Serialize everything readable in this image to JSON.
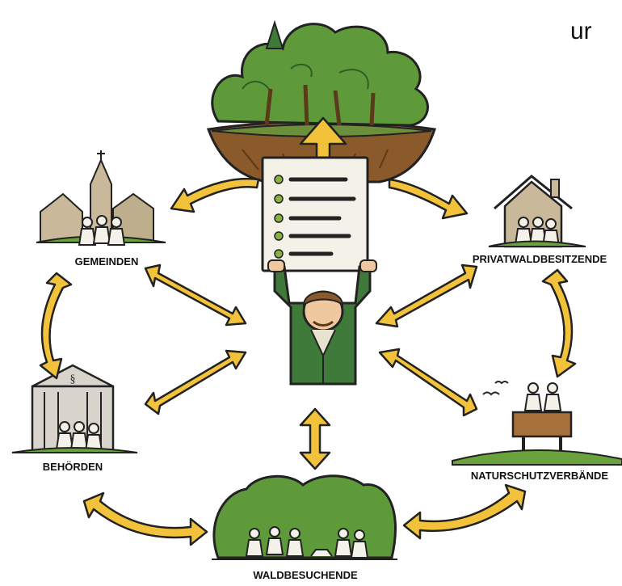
{
  "corner_text": "ur",
  "stakeholders": {
    "gemeinden": "GEMEINDEN",
    "privatwaldbesitzende": "PRIVATWALDBESITZENDE",
    "behoerden": "BEHÖRDEN",
    "naturschutzverbaende": "NATURSCHUTZVERBÄNDE",
    "waldbesuchende": "WALDBESUCHENDE"
  },
  "colors": {
    "arrow_fill": "#f2c23a",
    "forester_jacket": "#3f7a3a",
    "forest_green": "#5f9a3a",
    "soil_brown": "#8a5a2b",
    "outline": "#222222"
  },
  "icons": [
    "forest-island-icon",
    "plan-document-icon",
    "forester-icon",
    "village-church-icon",
    "house-family-icon",
    "authority-building-icon",
    "birdwatching-tower-icon",
    "hikers-icon"
  ]
}
